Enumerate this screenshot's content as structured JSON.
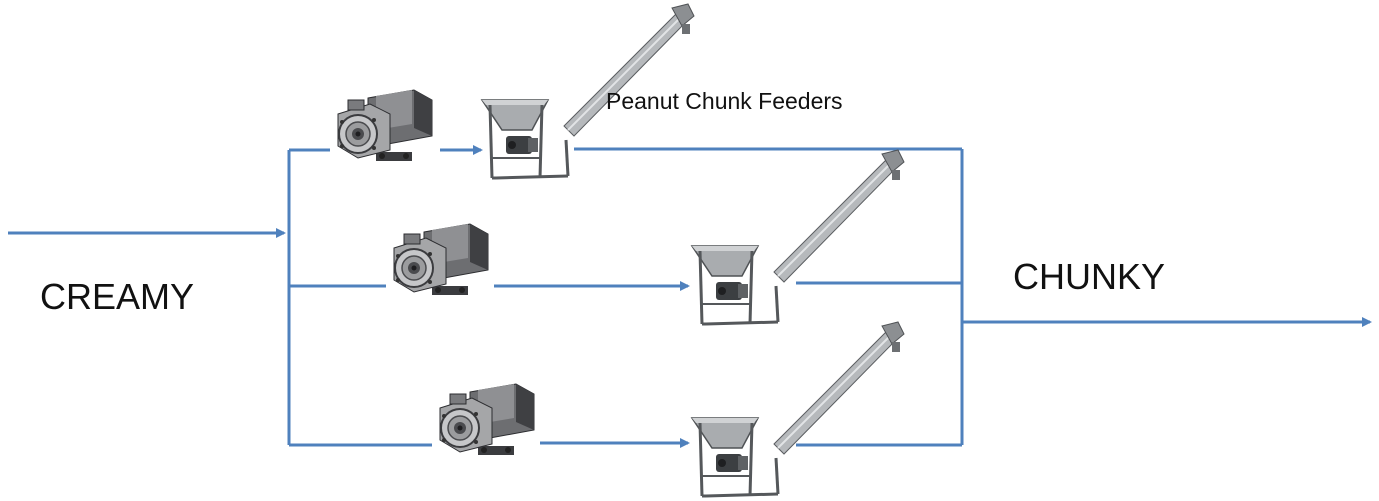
{
  "labels": {
    "feeders": "Peanut Chunk Feeders",
    "input": "CREAMY",
    "output": "CHUNKY"
  },
  "colors": {
    "flow_line": "#4f81bd",
    "background": "#ffffff",
    "text": "#111111",
    "pump_body": "#8a8b8d",
    "pump_dark": "#3b3c3f",
    "pump_motor": "#5a5b5e",
    "feeder_metal": "#9fa2a5",
    "feeder_dark": "#55585b"
  },
  "equipment": {
    "pumps": [
      {
        "icon": "positive-displacement-pump-icon"
      },
      {
        "icon": "positive-displacement-pump-icon"
      },
      {
        "icon": "positive-displacement-pump-icon"
      }
    ],
    "feeders": [
      {
        "icon": "screw-conveyor-feeder-icon"
      },
      {
        "icon": "screw-conveyor-feeder-icon"
      },
      {
        "icon": "screw-conveyor-feeder-icon"
      }
    ]
  }
}
